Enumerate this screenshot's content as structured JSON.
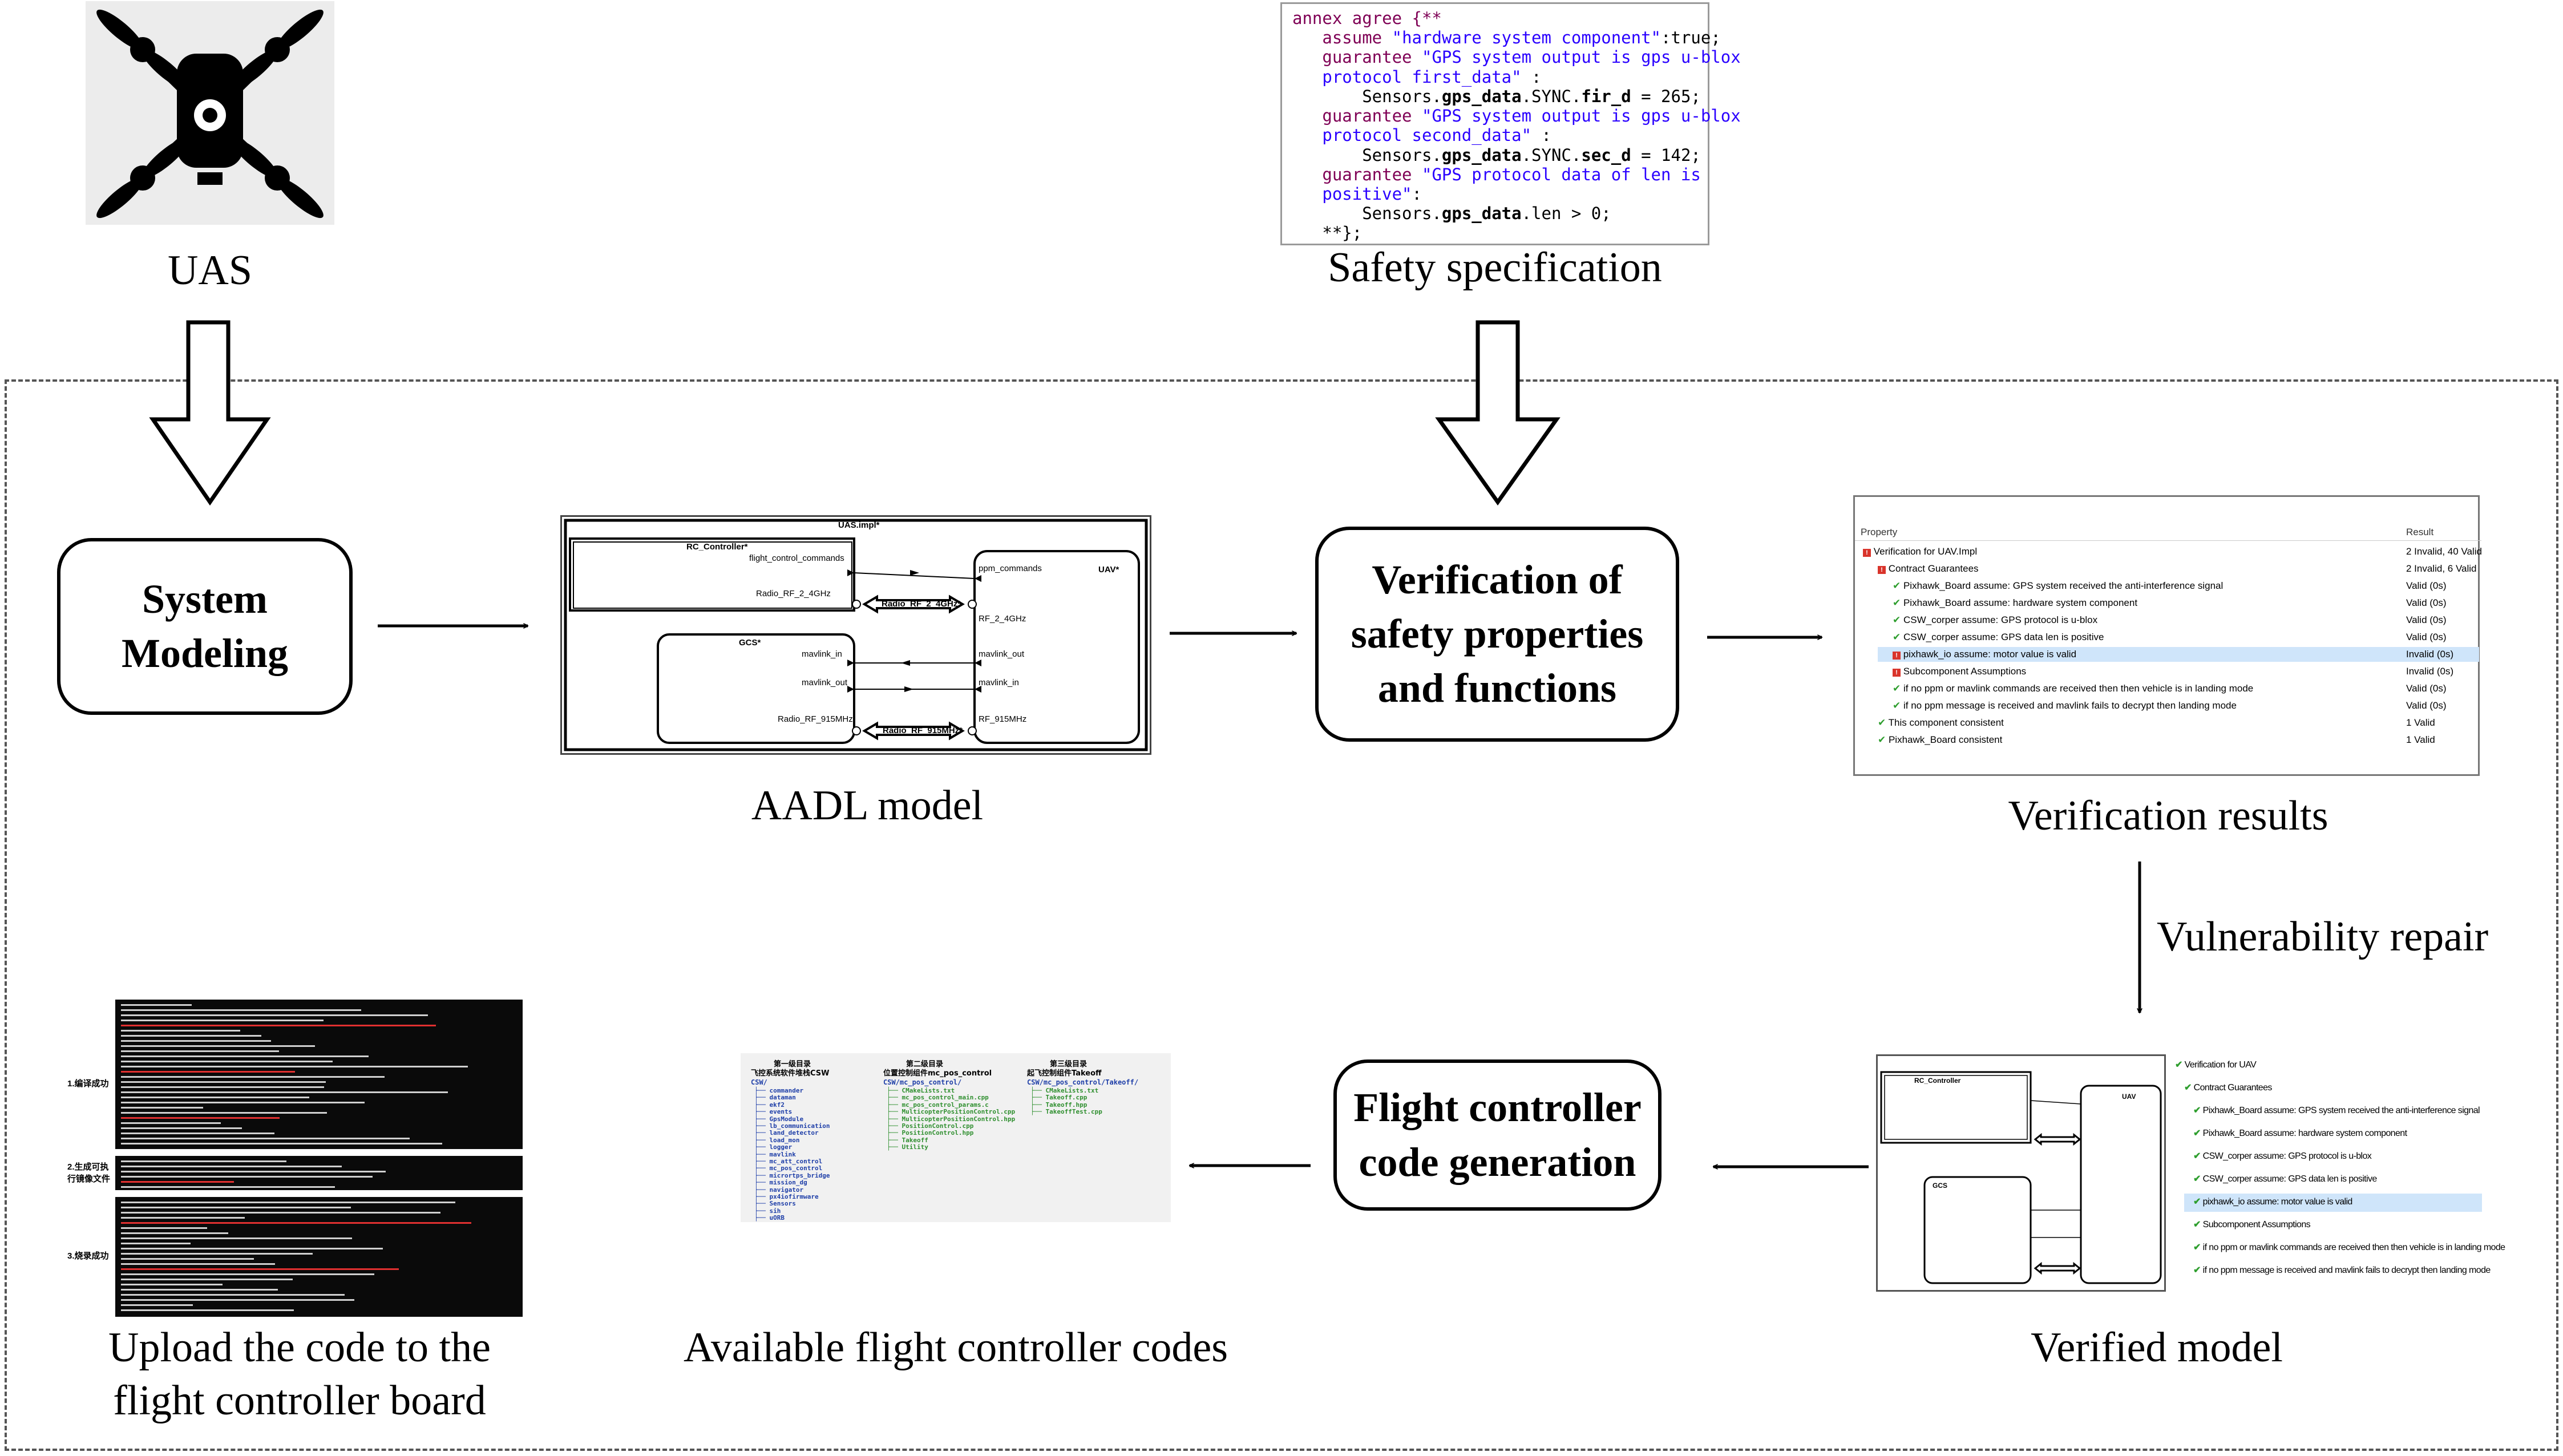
{
  "captions": {
    "uas": "UAS",
    "safety_spec": "Safety specification",
    "aadl_model": "AADL model",
    "verification_results": "Verification results",
    "verified_model": "Verified model",
    "available_codes": "Available flight controller codes",
    "upload_line1": "Upload the code to the",
    "upload_line2": "flight controller board",
    "vulnerability_repair": "Vulnerability repair"
  },
  "process": {
    "system_modeling": [
      "System",
      "Modeling"
    ],
    "verification": [
      "Verification of",
      "safety properties",
      "and functions"
    ],
    "code_generation": [
      "Flight controller",
      "code generation"
    ]
  },
  "safety_code": [
    [
      {
        "t": "annex agree {**",
        "c": "kw"
      }
    ],
    [
      {
        "t": "   assume ",
        "c": "kw"
      },
      {
        "t": "\"hardware system component\"",
        "c": "st"
      },
      {
        "t": ":true;",
        "c": ""
      }
    ],
    [
      {
        "t": "   guarantee ",
        "c": "kw"
      },
      {
        "t": "\"GPS system output is gps u-blox",
        "c": "st"
      }
    ],
    [
      {
        "t": "   protocol first_data\"",
        "c": "st"
      },
      {
        "t": " :",
        "c": ""
      }
    ],
    [
      {
        "t": "       Sensors.",
        "c": ""
      },
      {
        "t": "gps_data",
        "c": "bd"
      },
      {
        "t": ".SYNC.",
        "c": ""
      },
      {
        "t": "fir_d",
        "c": "bd"
      },
      {
        "t": " = 265;",
        "c": ""
      }
    ],
    [
      {
        "t": "   guarantee ",
        "c": "kw"
      },
      {
        "t": "\"GPS system output is gps u-blox",
        "c": "st"
      }
    ],
    [
      {
        "t": "   protocol second_data\"",
        "c": "st"
      },
      {
        "t": " :",
        "c": ""
      }
    ],
    [
      {
        "t": "       Sensors.",
        "c": ""
      },
      {
        "t": "gps_data",
        "c": "bd"
      },
      {
        "t": ".SYNC.",
        "c": ""
      },
      {
        "t": "sec_d",
        "c": "bd"
      },
      {
        "t": " = 142;",
        "c": ""
      }
    ],
    [
      {
        "t": "   guarantee ",
        "c": "kw"
      },
      {
        "t": "\"GPS protocol data of len is",
        "c": "st"
      }
    ],
    [
      {
        "t": "   positive\"",
        "c": "st"
      },
      {
        "t": ":",
        "c": ""
      }
    ],
    [
      {
        "t": "       Sensors.",
        "c": ""
      },
      {
        "t": "gps_data",
        "c": "bd"
      },
      {
        "t": ".len > 0;",
        "c": ""
      }
    ],
    [
      {
        "t": "   **};",
        "c": ""
      }
    ]
  ],
  "aadl": {
    "title": "UAS.impl*",
    "rc_controller": "RC_Controller*",
    "uav": "UAV*",
    "gcs": "GCS*",
    "flight_control_commands": "flight_control_commands",
    "radio_rf_2_4": "Radio_RF_2_4GHz",
    "radio_rf_2_4_bus": "Radio_RF_2_4GHz*",
    "ppm_commands": "ppm_commands",
    "rf_2_4": "RF_2_4GHz",
    "mavlink_in": "mavlink_in",
    "mavlink_out": "mavlink_out",
    "radio_rf_915": "Radio_RF_915MHz",
    "radio_rf_915_bus": "Radio_RF_915MHz*",
    "rf_915": "RF_915MHz"
  },
  "verification_results": {
    "header_property": "Property",
    "header_result": "Result",
    "rows": [
      {
        "indent": 0,
        "icon": "err",
        "label": "Verification for UAV.Impl",
        "result": "2 Invalid, 40 Valid"
      },
      {
        "indent": 1,
        "icon": "err",
        "label": "Contract Guarantees",
        "result": "2 Invalid, 6 Valid"
      },
      {
        "indent": 2,
        "icon": "chk",
        "label": "Pixhawk_Board assume: GPS system received the anti-interference signal",
        "result": "Valid (0s)"
      },
      {
        "indent": 2,
        "icon": "chk",
        "label": "Pixhawk_Board assume: hardware system component",
        "result": "Valid (0s)"
      },
      {
        "indent": 2,
        "icon": "chk",
        "label": "CSW_corper assume: GPS protocol is u-blox",
        "result": "Valid (0s)"
      },
      {
        "indent": 2,
        "icon": "chk",
        "label": "CSW_corper assume: GPS data len is positive",
        "result": "Valid (0s)"
      },
      {
        "indent": 2,
        "icon": "err",
        "label": "pixhawk_io assume: motor value is valid",
        "result": "Invalid (0s)",
        "highlight": true
      },
      {
        "indent": 2,
        "icon": "err",
        "label": "Subcomponent Assumptions",
        "result": "Invalid (0s)"
      },
      {
        "indent": 2,
        "icon": "chk",
        "label": "if no ppm or mavlink commands are received then then vehicle is in landing mode",
        "result": "Valid (0s)"
      },
      {
        "indent": 2,
        "icon": "chk",
        "label": "if no ppm message is received and mavlink fails to decrypt then landing mode",
        "result": "Valid (0s)"
      },
      {
        "indent": 1,
        "icon": "chk",
        "label": "This component consistent",
        "result": "1 Valid"
      },
      {
        "indent": 1,
        "icon": "chk",
        "label": "Pixhawk_Board consistent",
        "result": "1 Valid"
      }
    ]
  },
  "verified_model": {
    "uav": "UAV",
    "rc": "RC_Controller",
    "gcs": "GCS",
    "tree": [
      {
        "indent": 0,
        "label": "Verification for UAV"
      },
      {
        "indent": 1,
        "label": "Contract Guarantees"
      },
      {
        "indent": 2,
        "label": "Pixhawk_Board assume: GPS system received the anti-interference signal"
      },
      {
        "indent": 2,
        "label": "Pixhawk_Board assume: hardware system component"
      },
      {
        "indent": 2,
        "label": "CSW_corper assume: GPS protocol is u-blox"
      },
      {
        "indent": 2,
        "label": "CSW_corper assume: GPS data len is positive"
      },
      {
        "indent": 2,
        "label": "pixhawk_io assume: motor value is valid",
        "highlight": true
      },
      {
        "indent": 2,
        "label": "Subcomponent Assumptions"
      },
      {
        "indent": 2,
        "label": "if no ppm or mavlink commands are received then then vehicle is in landing mode"
      },
      {
        "indent": 2,
        "label": "if no ppm message is received and mavlink fails to decrypt then landing mode"
      }
    ]
  },
  "code_listing": {
    "col1": {
      "title1": "第一级目录",
      "title2": "飞控系统软件堆栈CSW",
      "root": "CSW/",
      "items": [
        "commander",
        "dataman",
        "ekf2",
        "events",
        "GpsModule",
        "lb_communication",
        "land_detector",
        "load_mon",
        "logger",
        "mavlink",
        "mc_att_control",
        "mc_pos_control",
        "micrortps_bridge",
        "mission_dg",
        "navigator",
        "px4iofirmware",
        "Sensors",
        "sih",
        "uORB"
      ]
    },
    "col2": {
      "title1": "第二级目录",
      "title2": "位置控制组件mc_pos_control",
      "root": "CSW/mc_pos_control/",
      "items": [
        "CMakeLists.txt",
        "mc_pos_control_main.cpp",
        "mc_pos_control_params.c",
        "MulticopterPositionControl.cpp",
        "MulticopterPositionControl.hpp",
        "PositionControl.cpp",
        "PositionControl.hpp",
        "Takeoff",
        "Utility"
      ]
    },
    "col3": {
      "title1": "第三级目录",
      "title2": "起飞控制组件Takeoff",
      "root": "CSW/mc_pos_control/Takeoff/",
      "items": [
        "CMakeLists.txt",
        "Takeoff.cpp",
        "Takeoff.hpp",
        "TakeoffTest.cpp"
      ]
    }
  },
  "terminal": {
    "step1": "1.编译成功",
    "step2": "2.生成可执行镜像文件",
    "step3": "3.烧录成功"
  },
  "colors": {
    "code_keyword": "#7f0055",
    "code_string": "#2a00ff",
    "check_green": "#2e9e2e",
    "error_red": "#d9342b",
    "highlight_blue": "#cfe5fa",
    "listing_dir": "#1f3fa8",
    "listing_file": "#2f8f2f"
  }
}
